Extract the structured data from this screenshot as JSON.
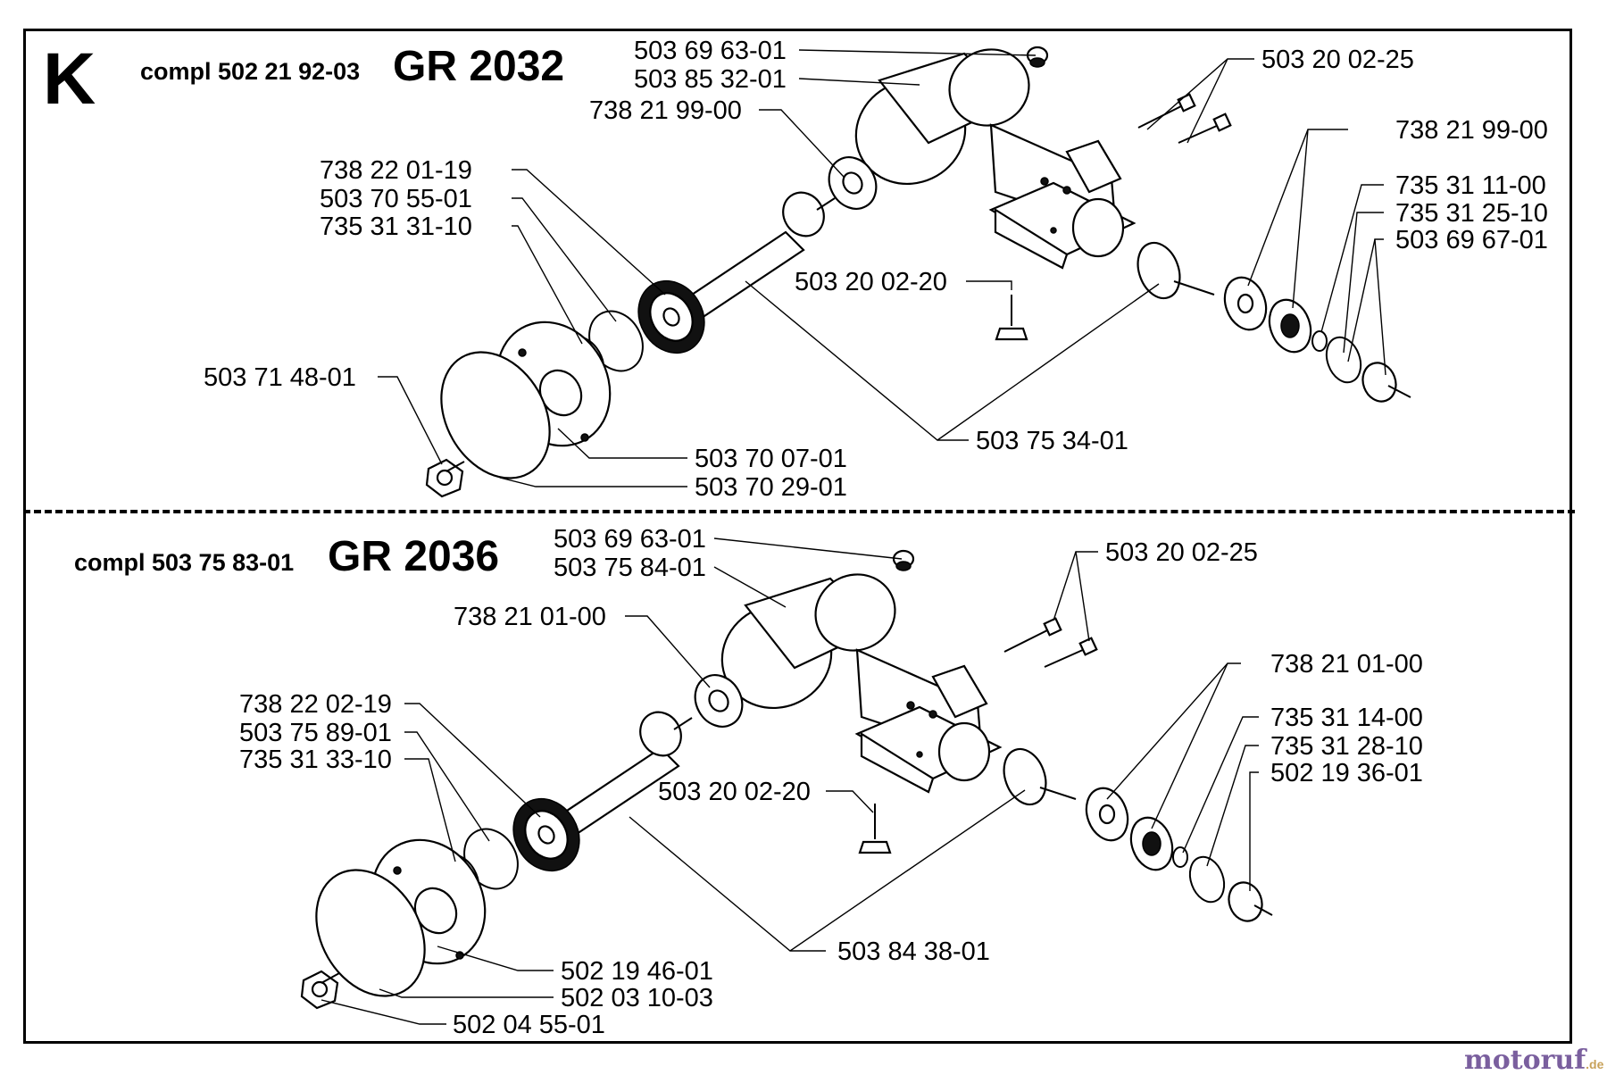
{
  "section_letter": "K",
  "groups": [
    {
      "assy_code": "compl 502 21 92-03",
      "model": "GR 2032",
      "part_numbers": [
        "503 69 63-01",
        "503 85 32-01",
        "738 21 99-00",
        "503 20 02-25",
        "738 21 99-00",
        "735 31 11-00",
        "735 31 25-10",
        "503 69 67-01",
        "738 22 01-19",
        "503 70 55-01",
        "735 31 31-10",
        "503 20 02-20",
        "503 71 48-01",
        "503 75 34-01",
        "503 70 07-01",
        "503 70 29-01"
      ]
    },
    {
      "assy_code": "compl 503 75 83-01",
      "model": "GR 2036",
      "part_numbers": [
        "503 69 63-01",
        "503 75 84-01",
        "503 20 02-25",
        "738 21 01-00",
        "738 21 01-00",
        "735 31 14-00",
        "735 31 28-10",
        "502 19 36-01",
        "738 22 02-19",
        "503 75 89-01",
        "735 31 33-10",
        "503 20 02-20",
        "503 84 38-01",
        "502 19 46-01",
        "502 03 10-03",
        "502 04 55-01"
      ]
    }
  ],
  "watermark": {
    "brand": "motoruf",
    "suffix": ".de"
  }
}
